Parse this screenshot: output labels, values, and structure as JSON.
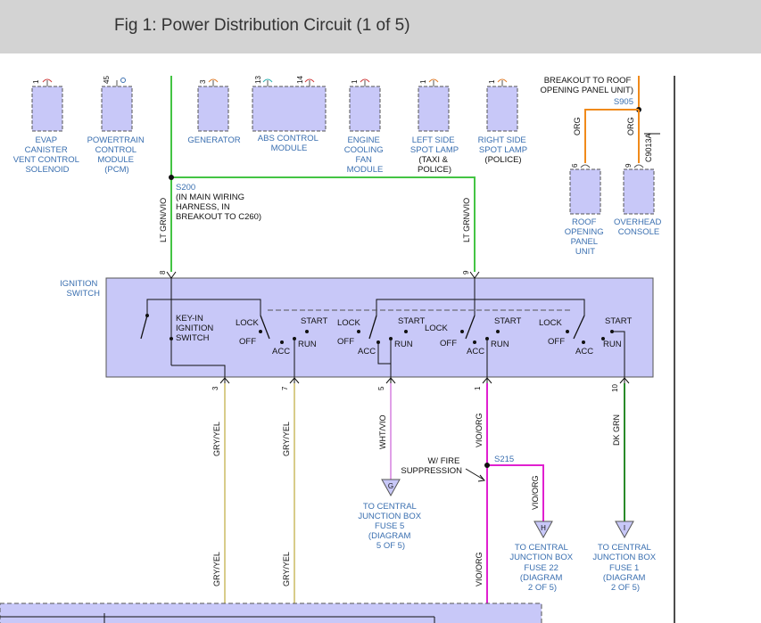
{
  "title": "Fig 1: Power Distribution Circuit (1 of 5)",
  "colors": {
    "header_bg": "#d3d3d3",
    "component_fill": "#c8c8f8",
    "label_blue": "#3a6fb0",
    "wire_lt_grn": "#44c444",
    "wire_gry_yel": "#d8cc8a",
    "wire_wht_vio": "#e0a0e8",
    "wire_vio_org": "#e020d0",
    "wire_dk_grn": "#2a8a2a",
    "wire_org": "#f08a1a"
  },
  "components": {
    "evap": {
      "pin": "1",
      "label": [
        "EVAP",
        "CANISTER",
        "VENT CONTROL",
        "SOLENOID"
      ]
    },
    "pcm": {
      "pin": "45",
      "label": [
        "POWERTRAIN",
        "CONTROL",
        "MODULE",
        "(PCM)"
      ]
    },
    "generator": {
      "pin": "3",
      "label": [
        "GENERATOR"
      ]
    },
    "abs": {
      "pin_a": "13",
      "pin_b": "14",
      "label": [
        "ABS CONTROL",
        "MODULE"
      ]
    },
    "fan": {
      "pin": "1",
      "label": [
        "ENGINE",
        "COOLING",
        "FAN",
        "MODULE"
      ]
    },
    "left_spot": {
      "pin": "1",
      "label": [
        "LEFT SIDE",
        "SPOT LAMP",
        "(TAXI &",
        "POLICE)"
      ]
    },
    "right_spot": {
      "pin": "1",
      "label": [
        "RIGHT SIDE",
        "SPOT LAMP",
        "(POLICE)"
      ]
    },
    "roof_panel": {
      "pin": "6",
      "label": [
        "ROOF",
        "OPENING",
        "PANEL",
        "UNIT"
      ]
    },
    "overhead": {
      "pin": "9",
      "label": [
        "OVERHEAD",
        "CONSOLE"
      ]
    }
  },
  "splices": {
    "s200": {
      "id": "S200",
      "note": [
        "(IN MAIN WIRING",
        "HARNESS, IN",
        "BREAKOUT TO C260)"
      ]
    },
    "s905": {
      "id": "S905",
      "note": [
        "BREAKOUT TO ROOF",
        "OPENING PANEL UNIT)"
      ]
    },
    "s215": {
      "id": "S215",
      "note": [
        "W/ FIRE",
        "SUPPRESSION"
      ]
    },
    "c9013a": "C9013A"
  },
  "ignition_switch": {
    "label": [
      "IGNITION",
      "SWITCH"
    ],
    "key_label": [
      "KEY-IN",
      "IGNITION",
      "SWITCH"
    ],
    "positions": {
      "lock": "LOCK",
      "off": "OFF",
      "acc": "ACC",
      "run": "RUN",
      "start": "START"
    },
    "top_pins": [
      "8",
      "9"
    ],
    "bottom_pins": [
      "3",
      "7",
      "5",
      "1",
      "10"
    ]
  },
  "wires": {
    "lt_grn": "LT GRN/VIO",
    "org": "ORG",
    "gry_yel": "GRY/YEL",
    "wht_vio": "WHT/VIO",
    "vio_org": "VIO/ORG",
    "dk_grn": "DK GRN"
  },
  "connectors": {
    "g": {
      "letter": "G",
      "label": [
        "TO CENTRAL",
        "JUNCTION BOX",
        "FUSE 5",
        "(DIAGRAM",
        "5 OF 5)"
      ]
    },
    "h": {
      "letter": "H",
      "label": [
        "TO CENTRAL",
        "JUNCTION BOX",
        "FUSE 22",
        "(DIAGRAM",
        "2 OF 5)"
      ]
    },
    "i": {
      "letter": "I",
      "label": [
        "TO CENTRAL",
        "JUNCTION BOX",
        "FUSE 1",
        "(DIAGRAM",
        "2 OF 5)"
      ]
    }
  }
}
